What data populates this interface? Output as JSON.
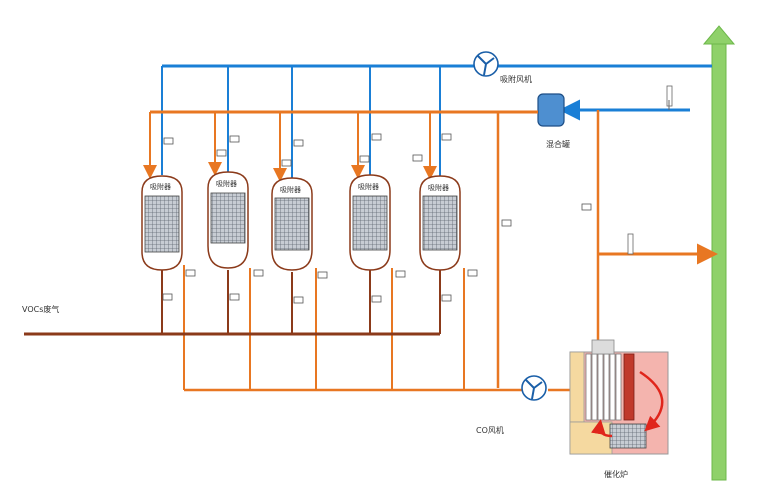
{
  "labels": {
    "adsorption_fan": "吸附风机",
    "mixing_tank": "混合罐",
    "voc_inlet": "VOCs废气",
    "co_fan": "CO风机",
    "catalytic_furnace": "催化炉"
  },
  "vessels": [
    {
      "label": "吸附器"
    },
    {
      "label": "吸附器"
    },
    {
      "label": "吸附器"
    },
    {
      "label": "吸附器"
    },
    {
      "label": "吸附器"
    }
  ],
  "colors": {
    "blue_line": "#1a7fd6",
    "orange_line": "#e87722",
    "brown_line": "#8b3a1a",
    "stack": "#8fd16a",
    "bed_fill": "#b9c2cc",
    "furnace_fill": "#f4b4ae",
    "heater": "#f5d9a0"
  }
}
